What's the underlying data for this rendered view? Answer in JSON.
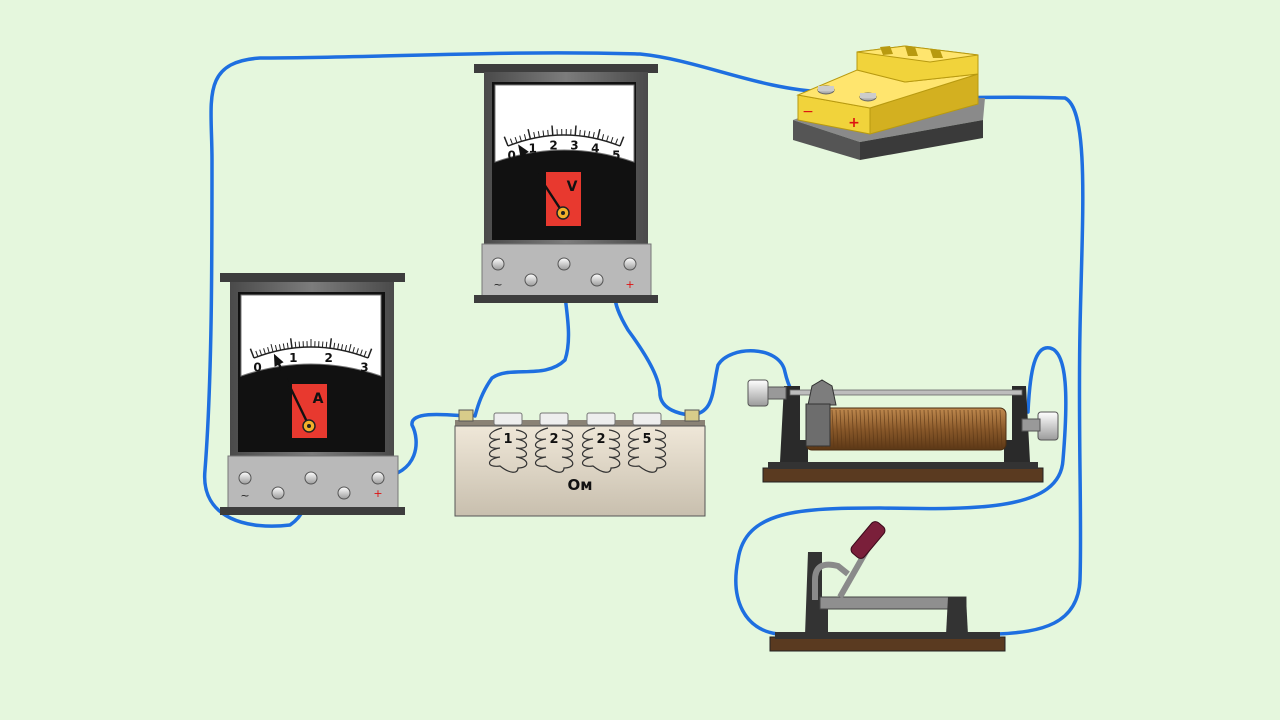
{
  "colors": {
    "background": "#e5f7dd",
    "wire": "#1e6fe0",
    "meter_body": "#6a6a6a",
    "meter_panel": "#b9b9b9",
    "badge": "#e8392f",
    "battery": "#f1d33b",
    "coil": "#8b5a2b",
    "resistor_box": "#ded5c4",
    "handle": "#7a1f3a"
  },
  "voltmeter": {
    "scale": [
      "0",
      "1",
      "2",
      "3",
      "4",
      "5"
    ],
    "symbol": "V",
    "terminal_ac": "~",
    "terminal_plus": "+",
    "needle_value": 0.4
  },
  "ammeter": {
    "scale": [
      "0",
      "1",
      "2",
      "3"
    ],
    "symbol": "A",
    "terminal_ac": "~",
    "terminal_plus": "+",
    "needle_value": 0.5
  },
  "resistor_box": {
    "plugs": [
      "1",
      "2",
      "2",
      "5"
    ],
    "unit": "Ом"
  },
  "battery": {
    "minus": "−",
    "plus": "+"
  }
}
